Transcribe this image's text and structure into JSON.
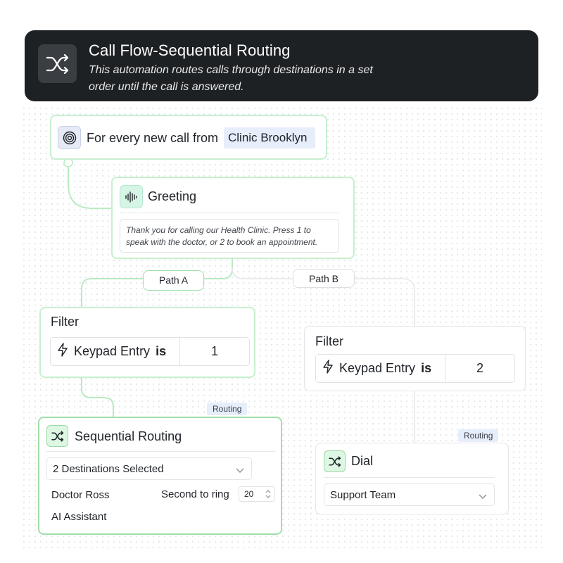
{
  "header": {
    "title": "Call Flow-Sequential Routing",
    "description": "This automation routes calls through destinations in a set order until the call is answered.",
    "icon": "shuffle-icon"
  },
  "trigger": {
    "label": "For every new call from",
    "source": "Clinic Brooklyn",
    "icon": "target-icon"
  },
  "greeting": {
    "title": "Greeting",
    "icon": "audio-wave-icon",
    "message": "Thank you for calling our Health Clinic. Press 1 to speak with the doctor, or 2 to book an appointment."
  },
  "paths": {
    "a": "Path A",
    "b": "Path B"
  },
  "filter_a": {
    "title": "Filter",
    "field": "Keypad Entry",
    "operator": "is",
    "value": "1"
  },
  "filter_b": {
    "title": "Filter",
    "field": "Keypad Entry",
    "operator": "is",
    "value": "2"
  },
  "sequential": {
    "tag": "Routing",
    "title": "Sequential Routing",
    "select_value": "2 Destinations Selected",
    "destinations": [
      "Doctor Ross",
      "AI Assistant"
    ],
    "ring_label": "Second to ring",
    "ring_value": "20"
  },
  "dial": {
    "tag": "Routing",
    "title": "Dial",
    "select_value": "Support Team"
  },
  "colors": {
    "header_bg": "#1e2124",
    "green_border": "#9fe0a9",
    "chip_bg": "#e6edfb"
  }
}
